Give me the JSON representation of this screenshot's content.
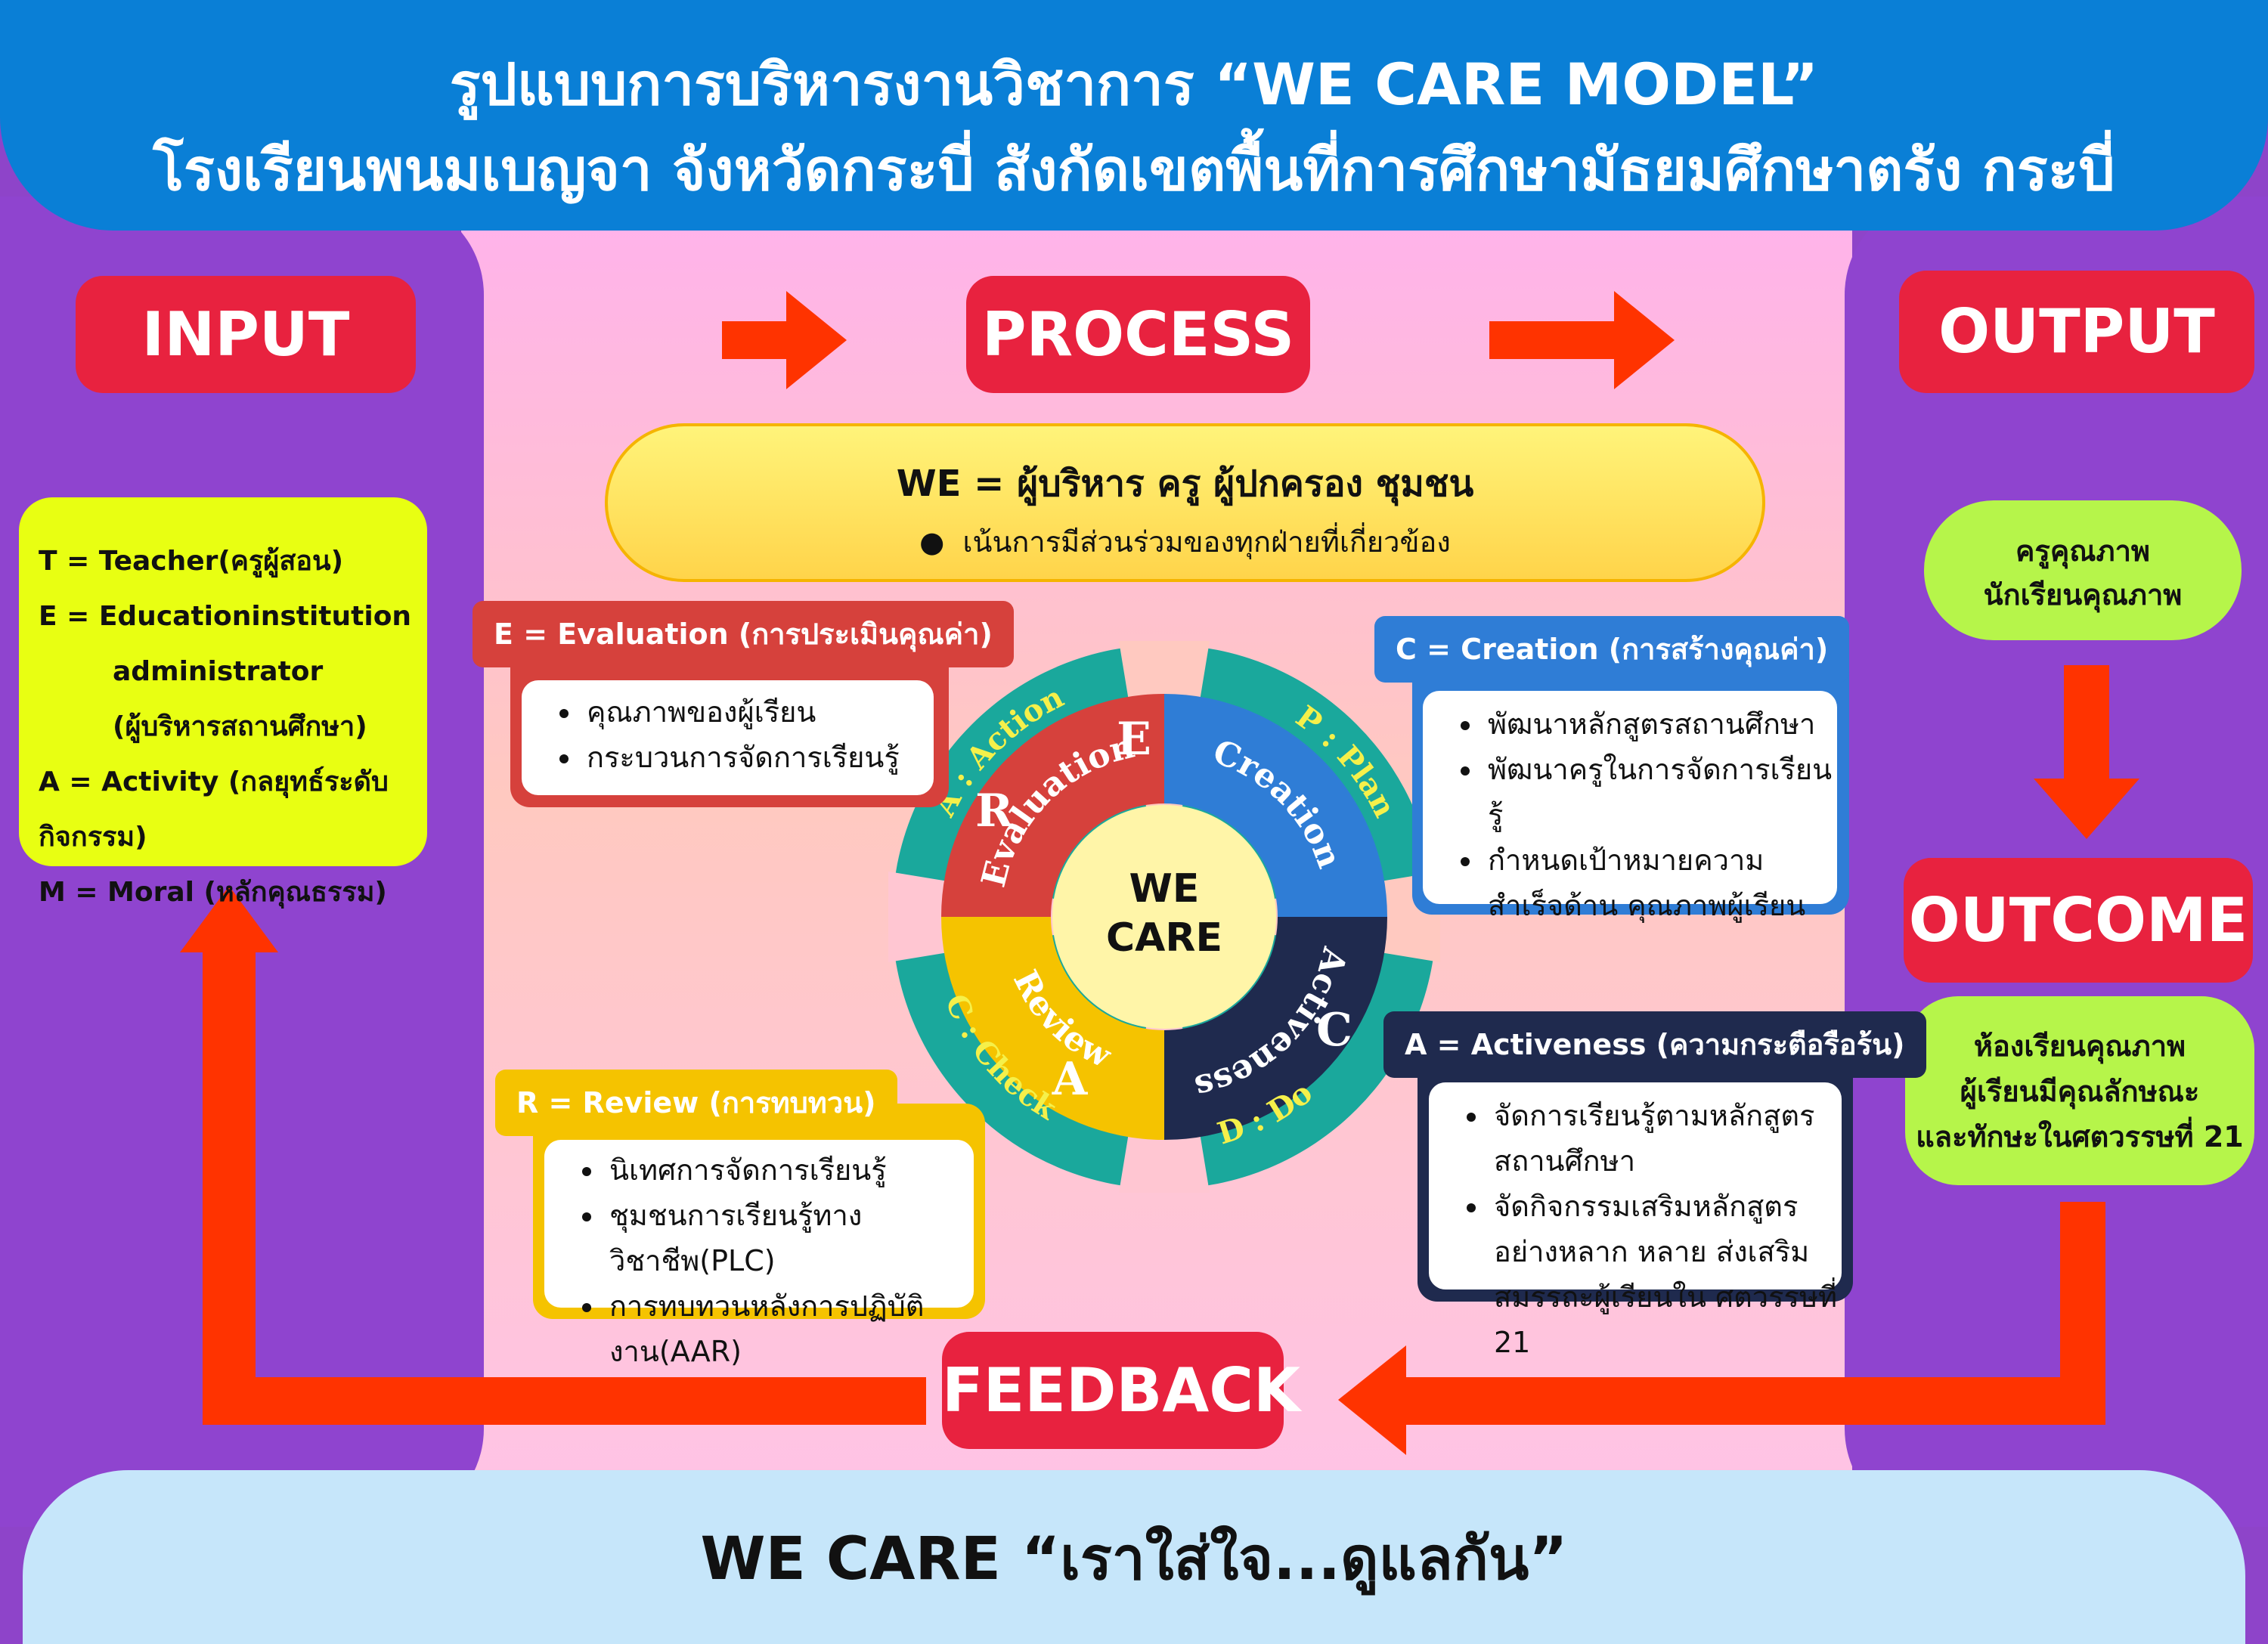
{
  "header": {
    "line1": "รูปแบบการบริหารงานวิชาการ “WE CARE MODEL”",
    "line2": "โรงเรียนพนมเบญจา จังหวัดกระบี่ สังกัดเขตพื้นที่การศึกษามัธยมศึกษาตรัง กระบี่"
  },
  "labels": {
    "input": "INPUT",
    "process": "PROCESS",
    "output": "OUTPUT",
    "outcome": "OUTCOME",
    "feedback": "FEEDBACK"
  },
  "input_box": {
    "lines": [
      "T = Teacher(ครูผู้สอน)",
      "E = Educationinstitution",
      "administrator",
      "(ผู้บริหารสถานศึกษา)",
      "A = Activity (กลยุทธ์ระดับกิจกรรม)",
      "M = Moral (หลักคุณธรรม)"
    ]
  },
  "we_box": {
    "title": "WE = ผู้บริหาร ครู ผู้ปกครอง ชุมชน",
    "bullet": "เน้นการมีส่วนร่วมของทุกฝ่ายที่เกี่ยวข้อง"
  },
  "cards": {
    "evaluation": {
      "title": "E = Evaluation (การประเมินคุณค่า)",
      "items": [
        "คุณภาพของผู้เรียน",
        "กระบวนการจัดการเรียนรู้"
      ]
    },
    "creation": {
      "title": "C = Creation (การสร้างคุณค่า)",
      "items": [
        "พัฒนาหลักสูตรสถานศึกษา",
        "พัฒนาครูในการจัดการเรียนรู้",
        "กำหนดเป้าหมายความสำเร็จด้าน คุณภาพผู้เรียน"
      ]
    },
    "activeness": {
      "title": "A = Activeness (ความกระตือรือร้น)",
      "items": [
        "จัดการเรียนรู้ตามหลักสูตรสถานศึกษา",
        "จัดกิจกรรมเสริมหลักสูตรอย่างหลาก หลาย ส่งเสริมสมรรถะผู้เรียนใน ศตวรรษที่ 21"
      ]
    },
    "review": {
      "title": "R = Review (การทบทวน)",
      "items": [
        "นิเทศการจัดการเรียนรู้",
        "ชุมชนการเรียนรู้ทางวิชาชีพ(PLC)",
        "การทบทวนหลังการปฏิบัติงาน(AAR)"
      ]
    }
  },
  "cycle": {
    "center_line1": "WE",
    "center_line2": "CARE",
    "segments": {
      "evaluation": {
        "word": "Evaluation",
        "letter": "E"
      },
      "creation": {
        "word": "Creation",
        "letter": "C"
      },
      "activeness": {
        "word": "Activeness",
        "letter": "A"
      },
      "review": {
        "word": "Review",
        "letter": "R"
      }
    },
    "ring_labels": {
      "plan": "P : Plan",
      "do": "D : Do",
      "check": "C : Check",
      "action": "A : Action"
    }
  },
  "output_box": {
    "line1": "ครูคุณภาพ",
    "line2": "นักเรียนคุณภาพ"
  },
  "outcome_box": {
    "line1": "ห้องเรียนคุณภาพ",
    "line2": "ผู้เรียนมีคุณลักษณะ",
    "line3": "และทักษะในศตวรรษที่ 21"
  },
  "footer": {
    "text": "WE CARE “เราใส่ใจ...ดูแลกัน”"
  },
  "colors": {
    "header": "#0a7fd6",
    "purple": "#8f44cf",
    "red": "#e8223f",
    "arrow": "#ff3300",
    "evaluation": "#d6413c",
    "creation": "#2f7dd6",
    "activeness": "#1f2a4e",
    "review": "#f5c300",
    "ring": "#1aa89c",
    "lime": "#b6f54a",
    "yellow_green": "#e8ff12"
  }
}
